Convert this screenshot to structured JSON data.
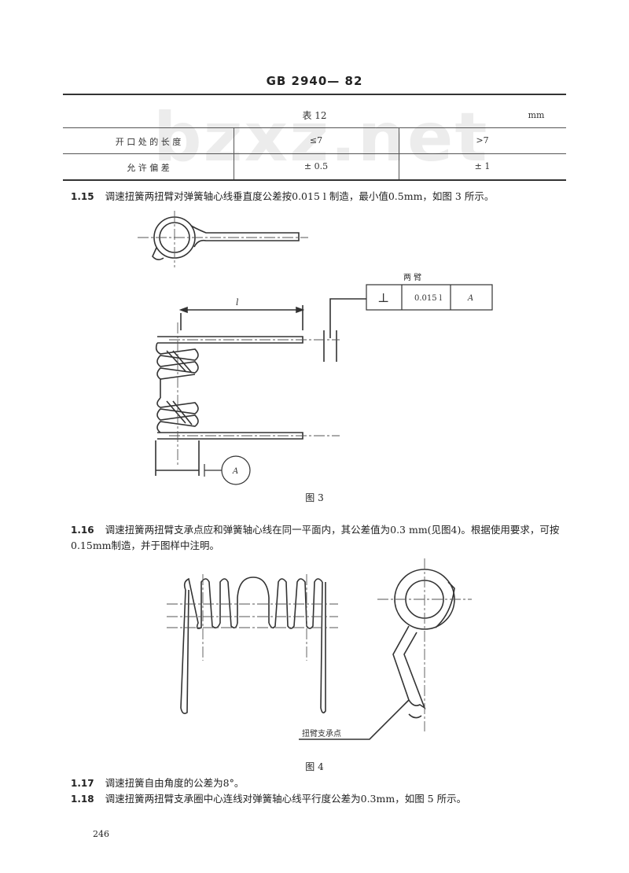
{
  "header": {
    "title": "GB 2940— 82"
  },
  "watermark": "bzxz.net",
  "table": {
    "caption": "表 12",
    "unit": "mm",
    "rows": [
      {
        "label": "开 口 处 的 长 度",
        "c1": "≤7",
        "c2": ">7"
      },
      {
        "label": "允 许 偏 差",
        "c1": "± 0.5",
        "c2": "± 1"
      }
    ]
  },
  "clauses": {
    "c115": {
      "num": "1.15",
      "text": "调速扭簧两扭臂对弹簧轴心线垂直度公差按0.015 l 制造，最小值0.5mm，如图 3 所示。"
    },
    "c116": {
      "num": "1.16",
      "text": "调速扭簧两扭臂支承点应和弹簧轴心线在同一平面内，其公差值为0.3 mm(见图4)。根据使用要求，可按0.15mm制造，并于图样中注明。"
    },
    "c117": {
      "num": "1.17",
      "text": "调速扭簧自由角度的公差为8°。"
    },
    "c118": {
      "num": "1.18",
      "text": "调速扭簧两扭臂支承圈中心连线对弹簧轴心线平行度公差为0.3mm，如图 5 所示。"
    }
  },
  "figure3": {
    "caption": "图 3",
    "dim_label": "l",
    "frame_title": "两 臂",
    "frame_symbol": "⊥",
    "frame_tolerance": "0.015 l",
    "frame_datum": "A",
    "datum_label": "A"
  },
  "figure4": {
    "caption": "图 4",
    "callout": "扭臂支承点"
  },
  "page_number": "246"
}
